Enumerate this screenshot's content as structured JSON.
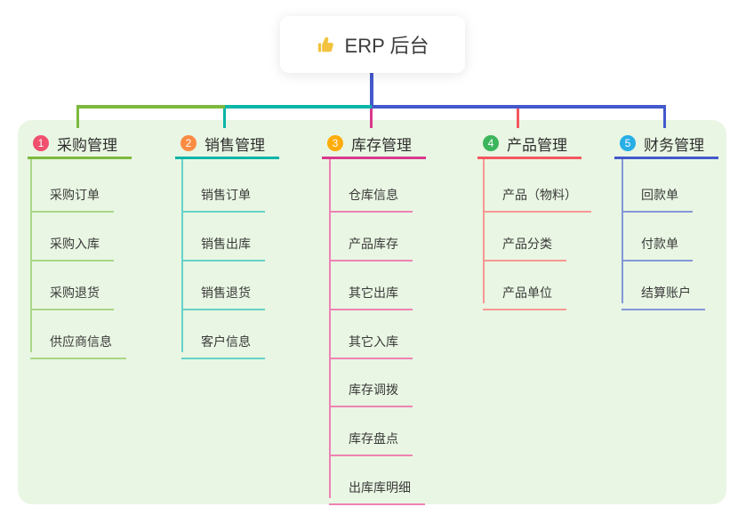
{
  "root": {
    "label": "ERP 后台",
    "icon": "thumbs-up"
  },
  "colors": {
    "canvas_bg": "#ffffff",
    "panel_bg": "#e9f6e3",
    "root_connector": "#4459cb",
    "thumb_icon": "#f2c23e"
  },
  "branches": [
    {
      "index": "1",
      "label": "采购管理",
      "badge_color": "#f0506e",
      "line_color": "#7cb93e",
      "child_line_color": "#a9d687",
      "children": [
        "采购订单",
        "采购入库",
        "采购退货",
        "供应商信息"
      ]
    },
    {
      "index": "2",
      "label": "销售管理",
      "badge_color": "#fb8b42",
      "line_color": "#0db5a8",
      "child_line_color": "#66d2c8",
      "children": [
        "销售订单",
        "销售出库",
        "销售退货",
        "客户信息"
      ]
    },
    {
      "index": "3",
      "label": "库存管理",
      "badge_color": "#ffac0a",
      "line_color": "#d9388c",
      "child_line_color": "#ee82b4",
      "children": [
        "仓库信息",
        "产品库存",
        "其它出库",
        "其它入库",
        "库存调拨",
        "库存盘点",
        "出库库明细"
      ]
    },
    {
      "index": "4",
      "label": "产品管理",
      "badge_color": "#3cb55c",
      "line_color": "#f4575f",
      "child_line_color": "#f79793",
      "children": [
        "产品（物料）",
        "产品分类",
        "产品单位"
      ]
    },
    {
      "index": "5",
      "label": "财务管理",
      "badge_color": "#27aee6",
      "line_color": "#4459cb",
      "child_line_color": "#8297d8",
      "children": [
        "回款单",
        "付款单",
        "结算账户"
      ]
    }
  ]
}
